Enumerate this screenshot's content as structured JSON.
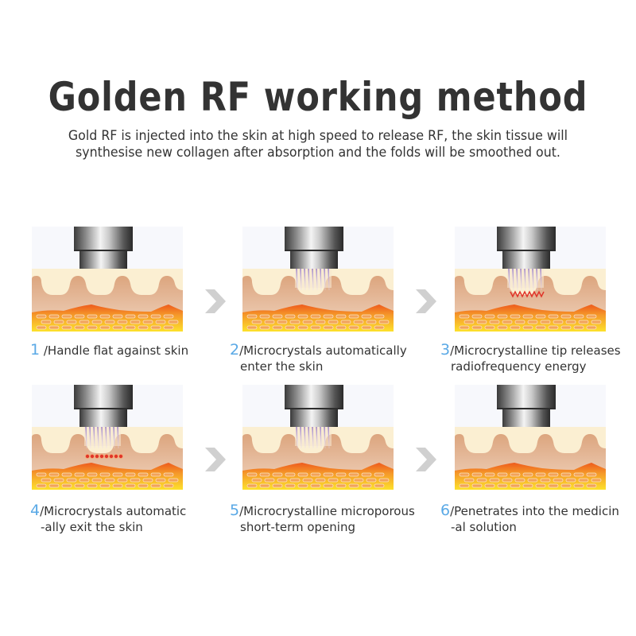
{
  "header": {
    "title": "Golden RF working method",
    "subtitle_line1": "Gold RF is injected into the skin at high speed to release RF, the skin tissue will",
    "subtitle_line2": "synthesise new collagen after absorption and the folds will be smoothed out."
  },
  "colors": {
    "title": "#333333",
    "step_number": "#5aa9e6",
    "caption_text": "#333333",
    "chevron": "#d0d0d0",
    "skin_top": "#fbefd2",
    "dermis": "#e2b48e",
    "fat_orange": "#f08a24",
    "fat_yellow": "#fcd728",
    "rf_red": "#e0352a",
    "needles": "#a98ad6"
  },
  "steps": [
    {
      "number": "1",
      "line1": "/Handle flat against skin",
      "line2": "",
      "state": "handle-only"
    },
    {
      "number": "2",
      "line1": "/Microcrystals automatically",
      "line2": "enter the skin",
      "state": "needles"
    },
    {
      "number": "3",
      "line1": "/Microcrystalline tip releases",
      "line2": "radiofrequency energy",
      "state": "needles-rf-wave"
    },
    {
      "number": "4",
      "line1": "/Microcrystals automatic",
      "line2": "-ally exit the skin",
      "state": "needles-red-dots"
    },
    {
      "number": "5",
      "line1": "/Microcrystalline microporous",
      "line2": "short-term opening",
      "state": "needles"
    },
    {
      "number": "6",
      "line1": "/Penetrates into the medicin",
      "line2": "-al solution",
      "state": "handle-only"
    }
  ],
  "arrows": [
    "chevron-right",
    "chevron-right",
    "chevron-right",
    "chevron-right"
  ]
}
